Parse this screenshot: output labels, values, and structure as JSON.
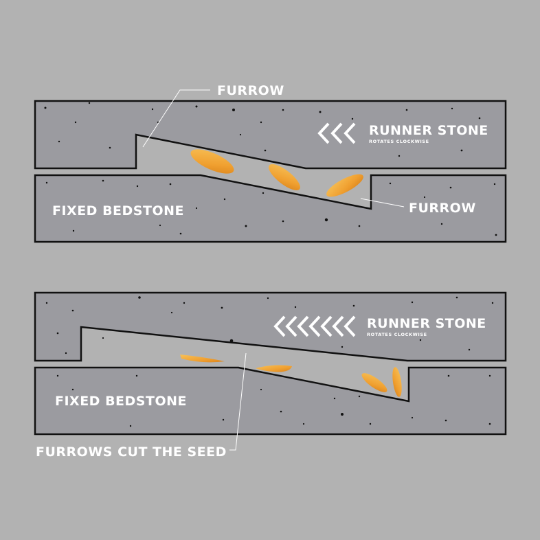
{
  "colors": {
    "background": "#b2b2b2",
    "stone": "#9b9ba0",
    "outline": "#111111",
    "seed": "#f0a030",
    "label": "#ffffff"
  },
  "top_panel": {
    "furrow_top_label": "FURROW",
    "runner_label": "RUNNER STONE",
    "runner_sub": "ROTATES CLOCKWISE",
    "bedstone_label": "FIXED BEDSTONE",
    "furrow_right_label": "FURROW",
    "arrow_count": 3,
    "arrow_icon": "chevron-left-icon"
  },
  "bottom_panel": {
    "runner_label": "RUNNER STONE",
    "runner_sub": "ROTATES CLOCKWISE",
    "bedstone_label": "FIXED BEDSTONE",
    "cut_label": "FURROWS CUT THE SEED",
    "arrow_count": 7,
    "arrow_icon": "chevron-left-icon"
  }
}
